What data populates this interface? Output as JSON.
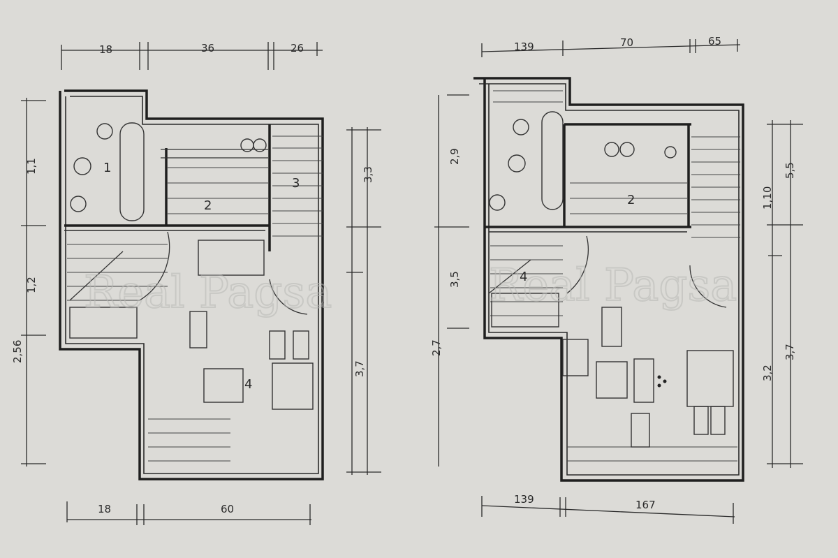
{
  "plans": {
    "left": {
      "top_dimensions": [
        "18",
        "36",
        "26"
      ],
      "bottom_dimensions": [
        "18",
        "60"
      ],
      "left_dimensions": [
        "1,1",
        "1,2",
        "2,56"
      ],
      "right_dimensions": [
        "3,3",
        "3,7"
      ],
      "rooms": [
        "1",
        "2",
        "3",
        "4"
      ]
    },
    "right": {
      "top_dimensions": [
        "139",
        "70",
        "65"
      ],
      "bottom_dimensions": [
        "139",
        "167"
      ],
      "left_dimensions": [
        "2,9",
        "3,5",
        "2,7"
      ],
      "right_dimensions": [
        "1,10",
        "3,2",
        "5,5",
        "3,7"
      ],
      "rooms": [
        "2",
        "4"
      ]
    }
  },
  "watermark": "Real Pagsa"
}
